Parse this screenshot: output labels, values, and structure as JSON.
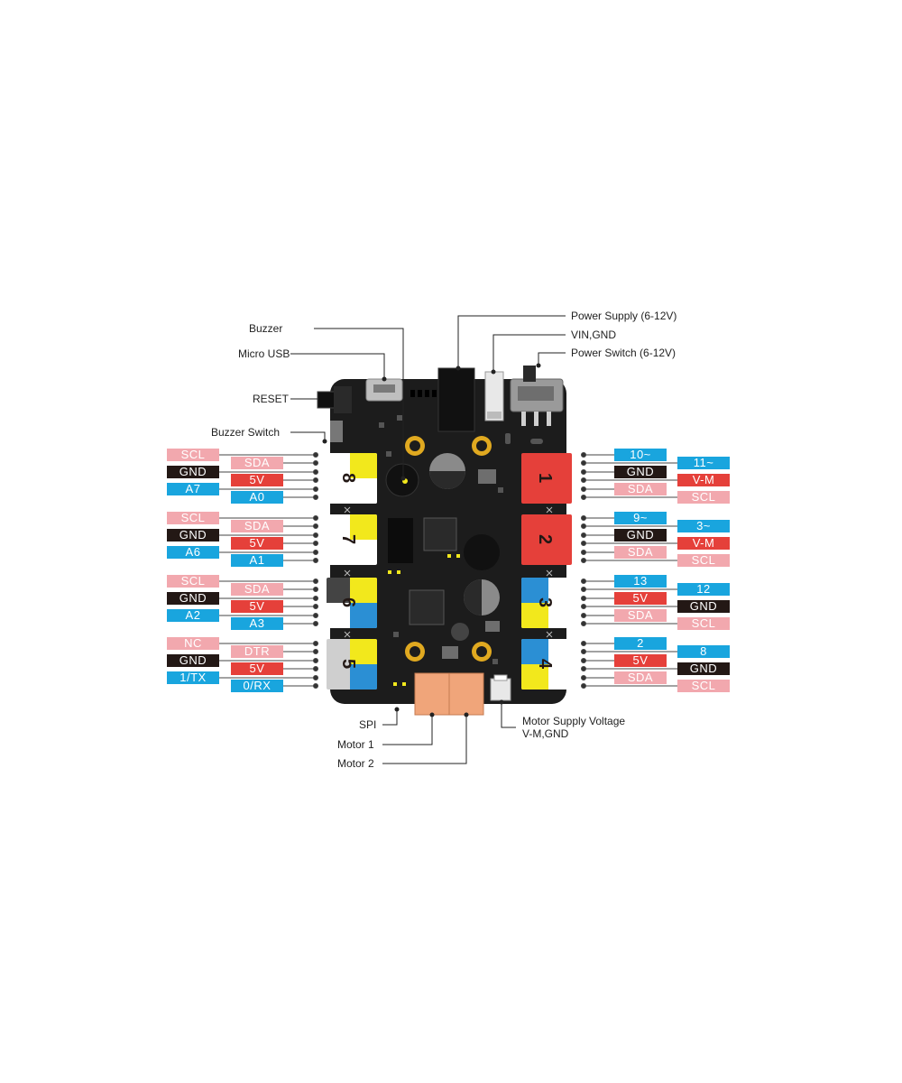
{
  "callouts": {
    "buzzer": "Buzzer",
    "micro_usb": "Micro USB",
    "reset": "RESET",
    "buzzer_switch": "Buzzer Switch",
    "power_supply": "Power Supply (6-12V)",
    "vin_gnd": "VIN,GND",
    "power_switch": "Power Switch (6-12V)",
    "spi": "SPI",
    "motor1": "Motor 1",
    "motor2": "Motor 2",
    "motor_supply_line1": "Motor Supply Voltage",
    "motor_supply_line2": "V-M,GND"
  },
  "ports": {
    "p8": {
      "number": "8",
      "outer": [
        "SCL",
        "GND",
        "A7"
      ],
      "inner": [
        "SDA",
        "5V",
        "A0"
      ]
    },
    "p7": {
      "number": "7",
      "outer": [
        "SCL",
        "GND",
        "A6"
      ],
      "inner": [
        "SDA",
        "5V",
        "A1"
      ]
    },
    "p6": {
      "number": "6",
      "outer": [
        "SCL",
        "GND",
        "A2"
      ],
      "inner": [
        "SDA",
        "5V",
        "A3"
      ]
    },
    "p5": {
      "number": "5",
      "outer": [
        "NC",
        "GND",
        "1/TX"
      ],
      "inner": [
        "DTR",
        "5V",
        "0/RX"
      ]
    },
    "p1": {
      "number": "1",
      "inner": [
        "10~",
        "GND",
        "SDA"
      ],
      "outer": [
        "11~",
        "V-M",
        "SCL"
      ]
    },
    "p2": {
      "number": "2",
      "inner": [
        "9~",
        "GND",
        "SDA"
      ],
      "outer": [
        "3~",
        "V-M",
        "SCL"
      ]
    },
    "p3": {
      "number": "3",
      "inner": [
        "13",
        "5V",
        "SDA"
      ],
      "outer": [
        "12",
        "GND",
        "SCL"
      ]
    },
    "p4": {
      "number": "4",
      "inner": [
        "2",
        "5V",
        "SDA"
      ],
      "outer": [
        "8",
        "GND",
        "SCL"
      ]
    }
  },
  "colors": {
    "scl_sda": "#f2a8ae",
    "gnd": "#231815",
    "signal": "#19a5de",
    "power": "#e5403a",
    "board": "#1c1c1c",
    "port_red": "#e5403a",
    "port_yellow": "#f2e81c",
    "port_blue": "#2b8fd4",
    "motor_terminal": "#f0a57a"
  }
}
